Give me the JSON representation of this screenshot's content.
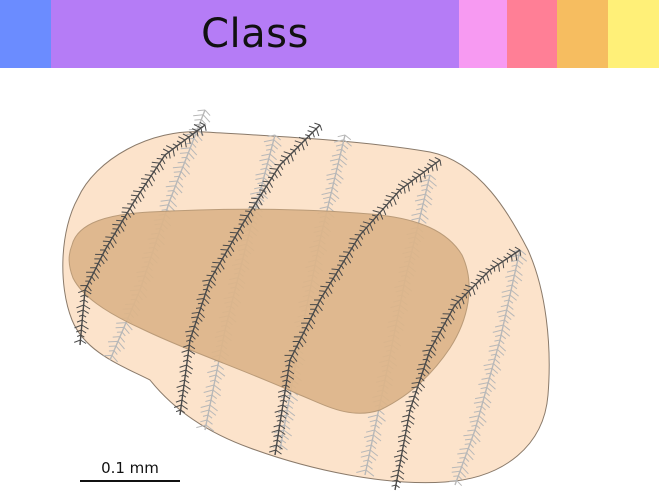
{
  "banner": {
    "title": "Class",
    "colors": [
      "#6b8cff",
      "#b57cf6",
      "#f79af2",
      "#ff7f96",
      "#f6bd60",
      "#fff078"
    ],
    "highlighted_index": 1
  },
  "illustration": {
    "subject": "ctenophore-larva",
    "body_color": "#fce3cb",
    "gut_color": "#ddb58a",
    "comb_row_color": "#4a4a4a",
    "faint_comb_color": "#b8b8b8"
  },
  "scale_bar": {
    "label": "0.1 mm"
  }
}
